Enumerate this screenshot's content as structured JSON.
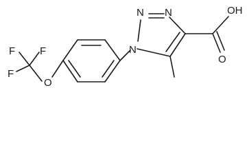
{
  "molecule": {
    "atoms": {
      "n_top": "N",
      "n_upper": "N",
      "n_lower": "N",
      "oh": "OH",
      "o_carbonyl": "O",
      "o_ether": "O",
      "f_top_left": "F",
      "f_top_right": "F",
      "f_left": "F"
    }
  }
}
